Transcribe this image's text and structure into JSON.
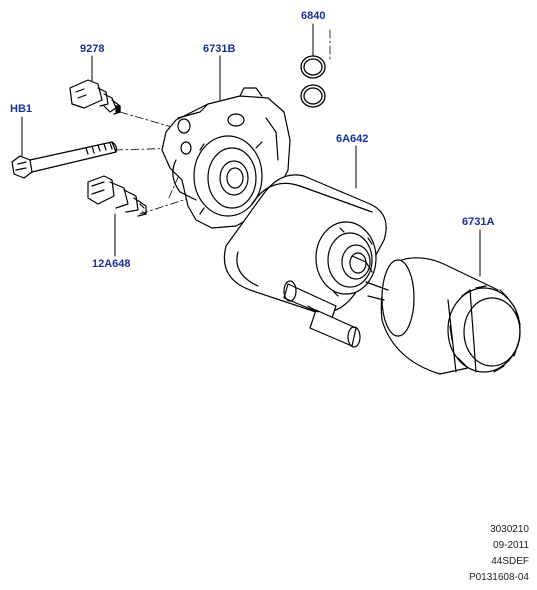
{
  "callouts": {
    "part_6840": "6840",
    "part_9278": "9278",
    "part_6731b": "6731B",
    "part_hb1": "HB1",
    "part_6a642": "6A642",
    "part_6731a": "6731A",
    "part_12a648": "12A648"
  },
  "metadata": {
    "line1": "3030210",
    "line2": "09-2011",
    "line3": "44SDEF",
    "line4": "P0131608-04"
  },
  "colors": {
    "callout_text": "#1a2f9a",
    "line_art": "#000000",
    "background": "#ffffff"
  }
}
